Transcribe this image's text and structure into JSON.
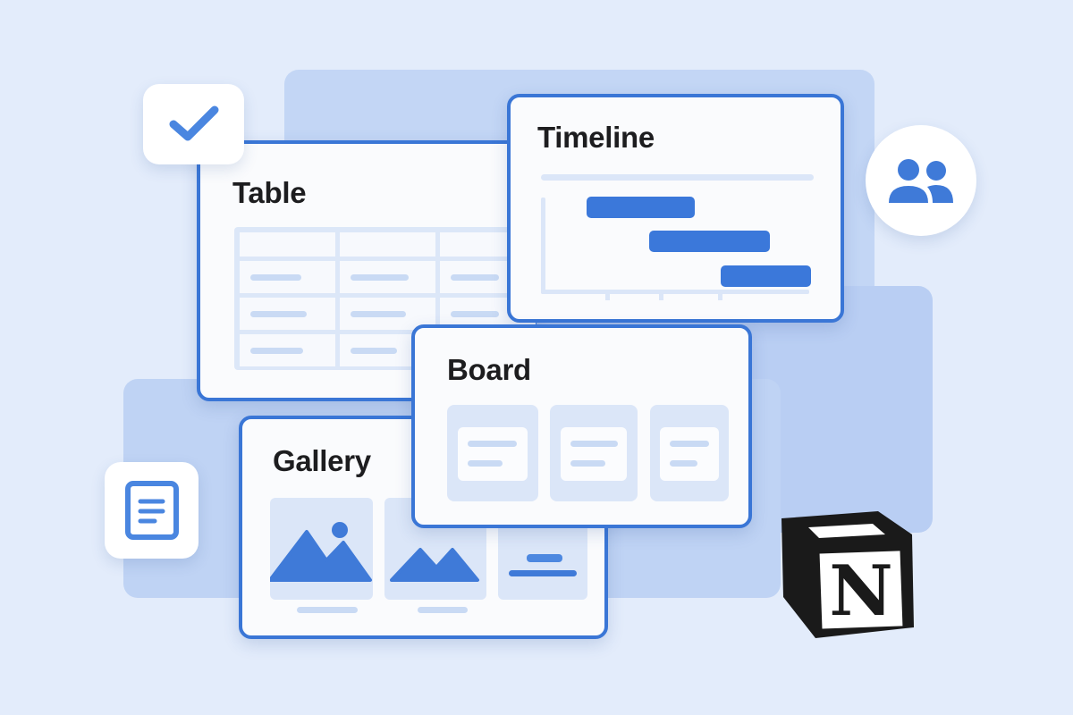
{
  "scene": {
    "description": "Illustration of Notion database view types",
    "background_color": "#e3ecfb",
    "accent_color": "#3a76d6",
    "card_fill": "#fafbfd",
    "placeholder_color": "#dbe6f8"
  },
  "cards": {
    "table": {
      "title": "Table",
      "columns": 3,
      "rows": 4
    },
    "timeline": {
      "title": "Timeline",
      "bars": 3,
      "ticks": 3
    },
    "board": {
      "title": "Board",
      "columns": 3
    },
    "gallery": {
      "title": "Gallery",
      "tiles": 3
    }
  },
  "icons": {
    "check": "checkmark-icon",
    "document": "document-icon",
    "people": "people-icon",
    "logo": "notion-logo",
    "logo_letter": "N"
  }
}
